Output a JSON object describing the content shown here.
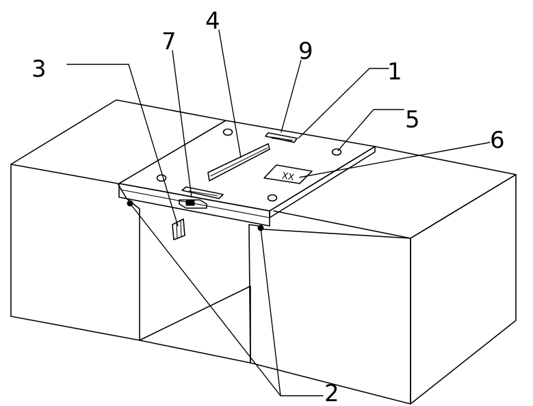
{
  "figure": {
    "labels": {
      "plate": "1",
      "anchors": "2",
      "gauge_block": "3",
      "slot": "4",
      "bolt_hole": "5",
      "marking": "6",
      "clip": "7",
      "top_bracket": "9"
    },
    "plate_marking_text": "XX"
  }
}
